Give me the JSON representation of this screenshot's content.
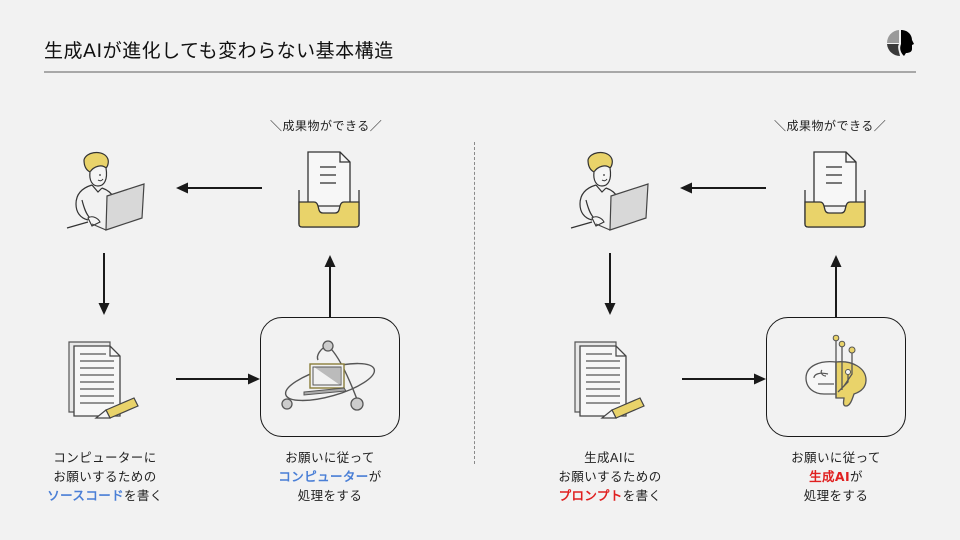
{
  "header": {
    "title": "生成AIが進化しても変わらない基本構造",
    "logo_icon": "pie-head-logo-icon"
  },
  "colors": {
    "accent_blue": "#4a7fd6",
    "accent_red": "#e02020",
    "accent_yellow": "#e9d36a",
    "line": "#1a1a1a"
  },
  "left_panel": {
    "output_caption": "＼成果物ができる／",
    "user_icon": "person-with-laptop-icon",
    "output_icon": "document-inbox-icon",
    "input_icon": "document-with-pencil-icon",
    "process_icon": "computer-orbit-icon",
    "input_label": {
      "line1": "コンピューターに",
      "line2": "お願いするための",
      "line3_highlight": "ソースコード",
      "line3_rest": "を書く"
    },
    "process_label": {
      "line1": "お願いに従って",
      "line2_highlight": "コンピューター",
      "line2_rest": "が",
      "line3": "処理をする"
    }
  },
  "right_panel": {
    "output_caption": "＼成果物ができる／",
    "user_icon": "person-with-laptop-icon",
    "output_icon": "document-inbox-icon",
    "input_icon": "document-with-pencil-icon",
    "process_icon": "ai-brain-circuit-icon",
    "input_label": {
      "line1": "生成AIに",
      "line2": "お願いするための",
      "line3_highlight": "プロンプト",
      "line3_rest": "を書く"
    },
    "process_label": {
      "line1": "お願いに従って",
      "line2_highlight": "生成AI",
      "line2_rest": "が",
      "line3": "処理をする"
    }
  }
}
